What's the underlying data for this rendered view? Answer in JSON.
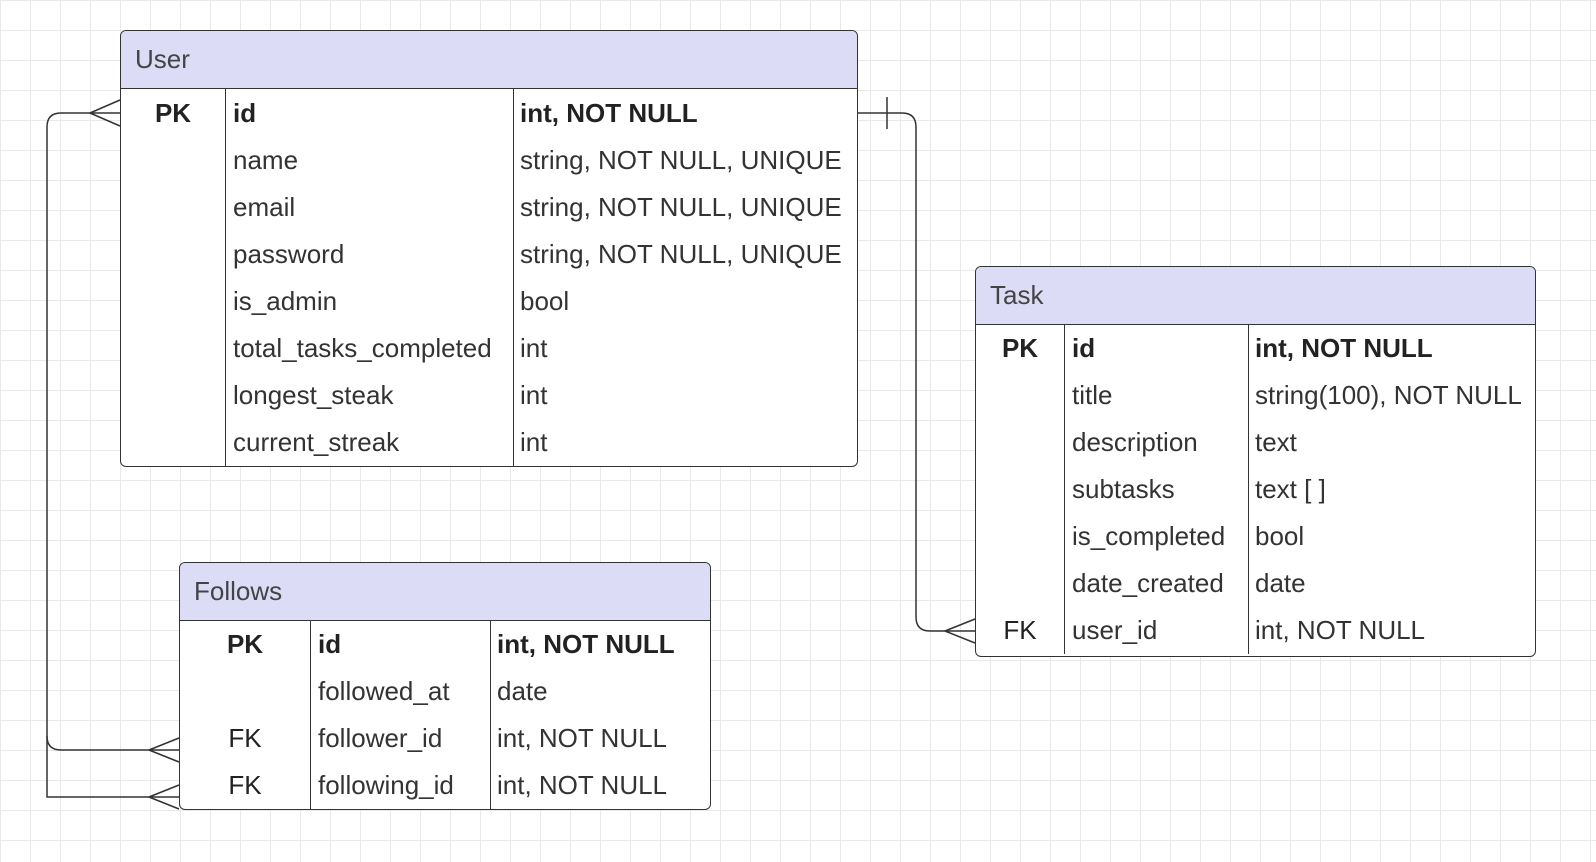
{
  "tables": {
    "user": {
      "title": "User",
      "rows": [
        {
          "key": "PK",
          "name": "id",
          "type": "int, NOT NULL"
        },
        {
          "key": "",
          "name": "name",
          "type": "string, NOT NULL, UNIQUE"
        },
        {
          "key": "",
          "name": "email",
          "type": "string, NOT NULL, UNIQUE"
        },
        {
          "key": "",
          "name": "password",
          "type": "string, NOT NULL, UNIQUE"
        },
        {
          "key": "",
          "name": "is_admin",
          "type": "bool"
        },
        {
          "key": "",
          "name": "total_tasks_completed",
          "type": "int"
        },
        {
          "key": "",
          "name": "longest_steak",
          "type": "int"
        },
        {
          "key": "",
          "name": "current_streak",
          "type": "int"
        }
      ]
    },
    "task": {
      "title": "Task",
      "rows": [
        {
          "key": "PK",
          "name": "id",
          "type": "int, NOT NULL"
        },
        {
          "key": "",
          "name": "title",
          "type": "string(100), NOT NULL"
        },
        {
          "key": "",
          "name": "description",
          "type": "text"
        },
        {
          "key": "",
          "name": "subtasks",
          "type": "text [ ]"
        },
        {
          "key": "",
          "name": "is_completed",
          "type": "bool"
        },
        {
          "key": "",
          "name": "date_created",
          "type": "date"
        },
        {
          "key": "FK",
          "name": "user_id",
          "type": "int, NOT NULL"
        }
      ]
    },
    "follows": {
      "title": "Follows",
      "rows": [
        {
          "key": "PK",
          "name": "id",
          "type": "int, NOT NULL"
        },
        {
          "key": "",
          "name": "followed_at",
          "type": "date"
        },
        {
          "key": "FK",
          "name": "follower_id",
          "type": "int, NOT NULL"
        },
        {
          "key": "FK",
          "name": "following_id",
          "type": "int, NOT NULL"
        }
      ]
    }
  },
  "relationships": [
    {
      "from": "User.id",
      "to": "Task.user_id",
      "from_cardinality": "one",
      "to_cardinality": "many"
    },
    {
      "from": "User.id",
      "to": "Follows.follower_id",
      "from_cardinality": "many",
      "to_cardinality": "many"
    },
    {
      "from": "User.id",
      "to": "Follows.following_id",
      "from_cardinality": "many",
      "to_cardinality": "many"
    }
  ],
  "colors": {
    "header_fill": "#dcdcf7",
    "border": "#333333",
    "grid": "#e9e9e9"
  }
}
